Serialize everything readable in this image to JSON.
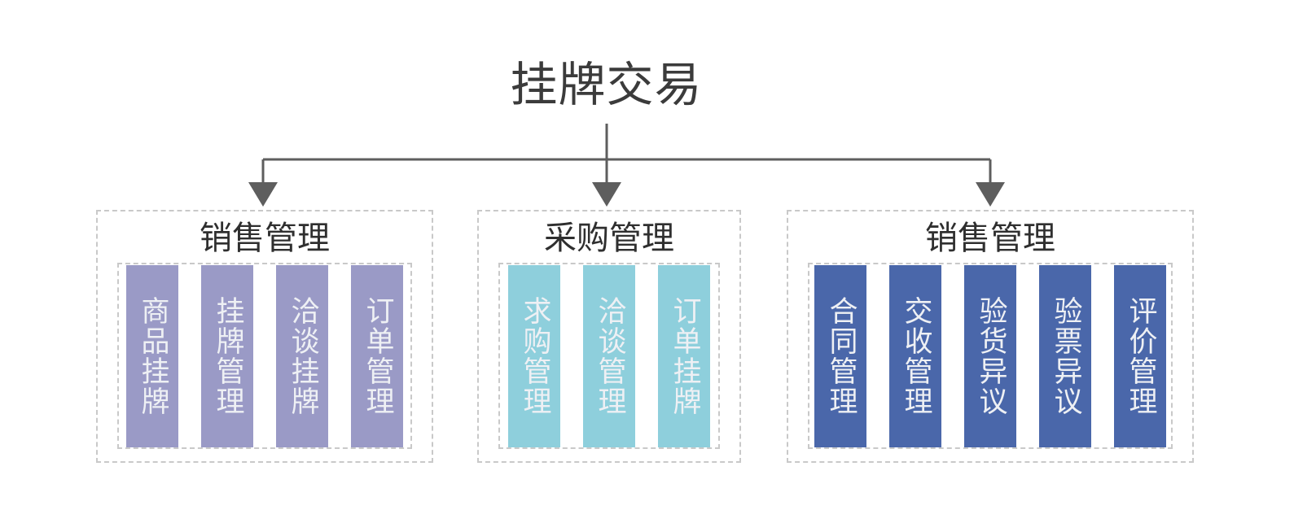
{
  "diagram": {
    "root_title": "挂牌交易",
    "connector_color": "#5e5e5e",
    "group_border_color": "#c9c9c9",
    "title_color": "#3b3b3b",
    "card_text_color": "#eef0f4",
    "groups": [
      {
        "id": "sales-management-left",
        "title": "销售管理",
        "accent": "#9a9ac6",
        "items": [
          {
            "label": "商品挂牌"
          },
          {
            "label": "挂牌管理"
          },
          {
            "label": "洽谈挂牌"
          },
          {
            "label": "订单管理"
          }
        ]
      },
      {
        "id": "procurement-management",
        "title": "采购管理",
        "accent": "#8ecfdc",
        "items": [
          {
            "label": "求购管理"
          },
          {
            "label": "洽谈管理"
          },
          {
            "label": "订单挂牌"
          }
        ]
      },
      {
        "id": "sales-management-right",
        "title": "销售管理",
        "accent": "#4a67aa",
        "items": [
          {
            "label": "合同管理"
          },
          {
            "label": "交收管理"
          },
          {
            "label": "验货异议"
          },
          {
            "label": "验票异议"
          },
          {
            "label": "评价管理"
          }
        ]
      }
    ]
  }
}
